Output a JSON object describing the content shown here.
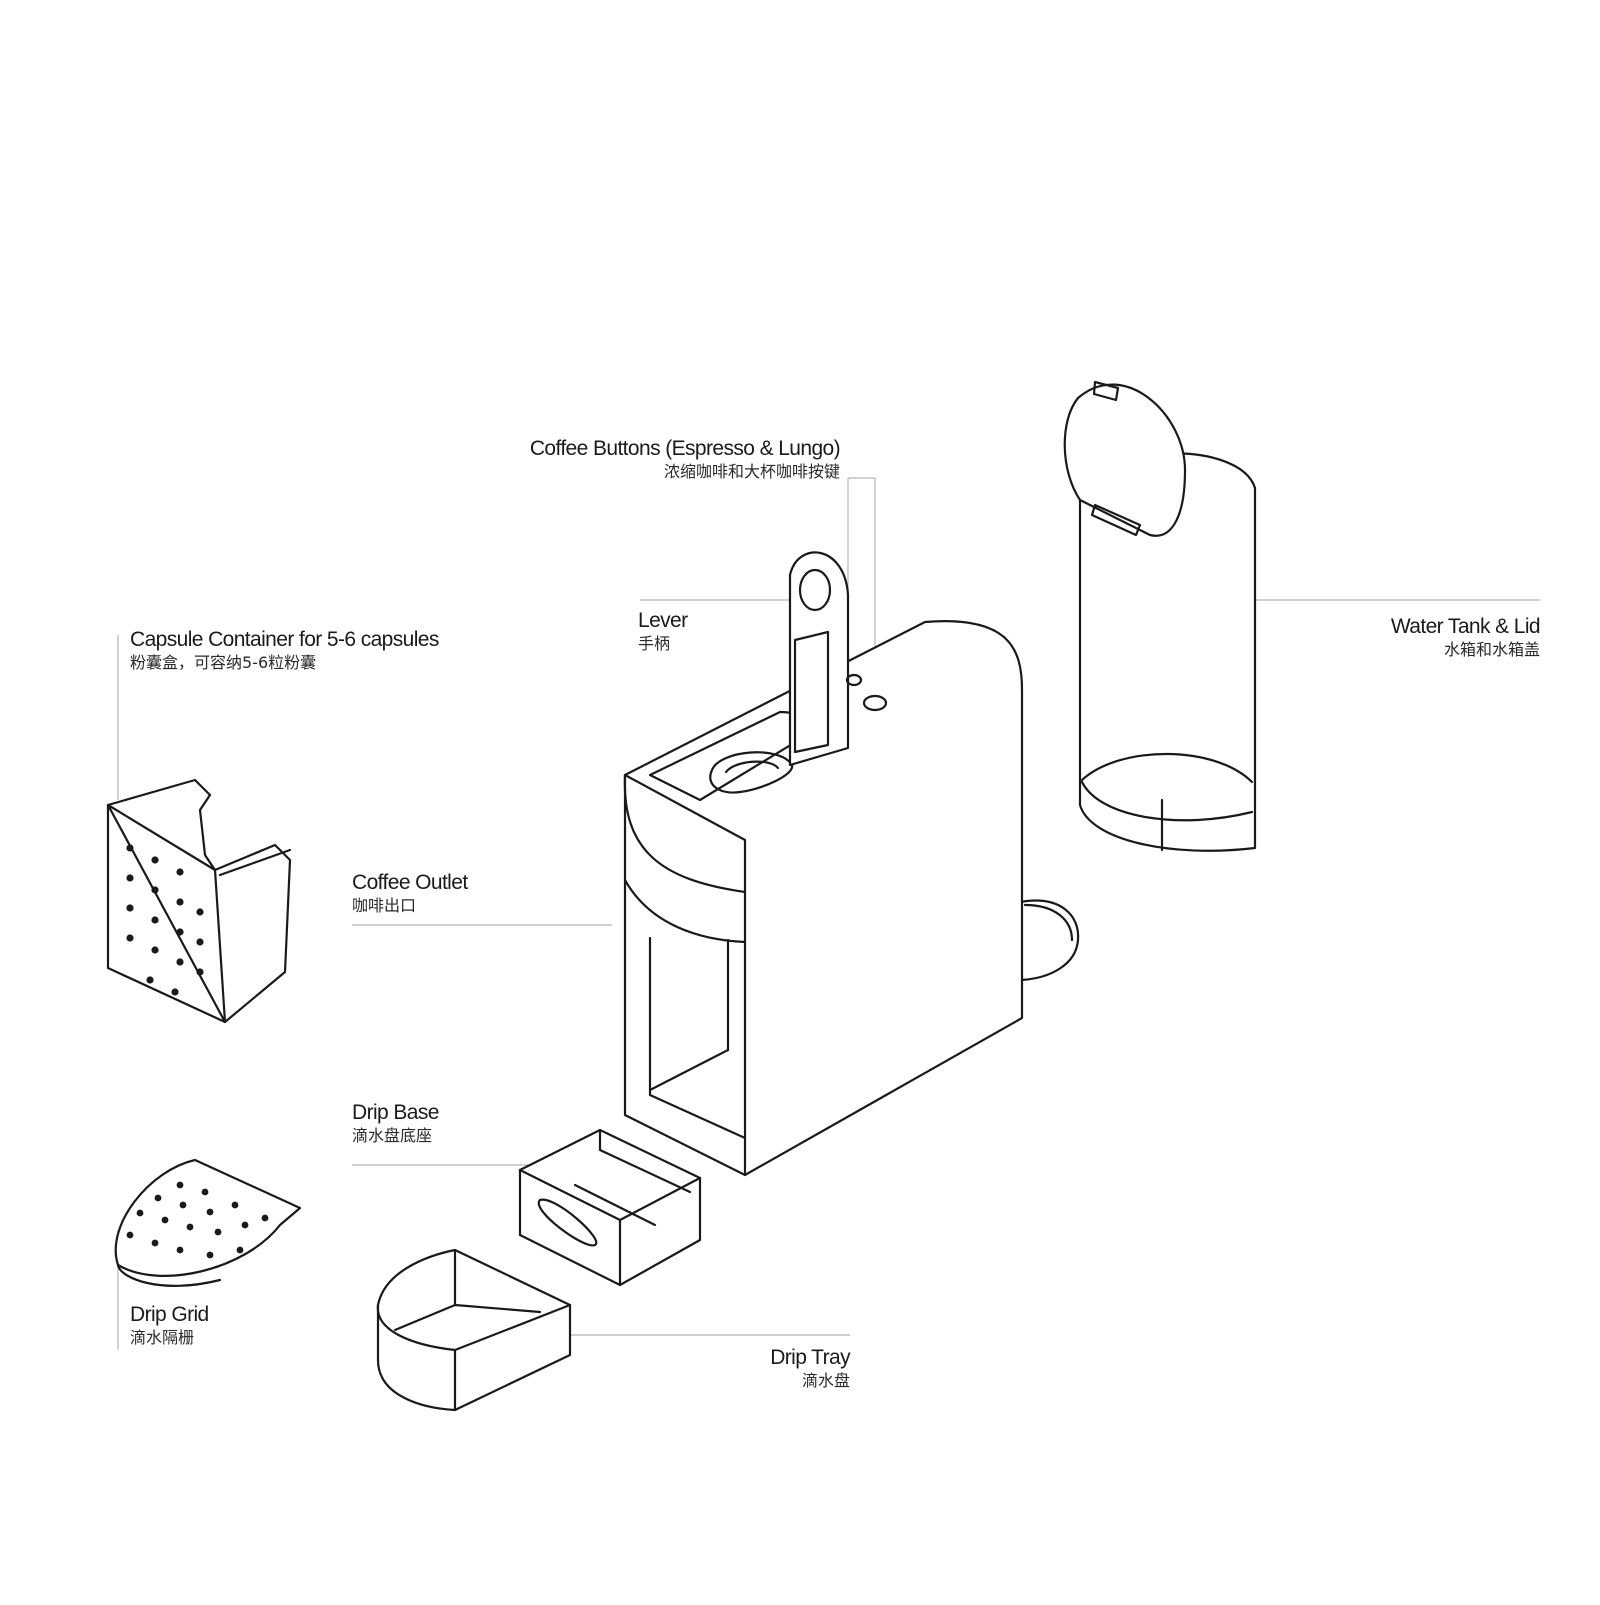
{
  "labels": {
    "coffee_buttons": {
      "en": "Coffee Buttons (Espresso & Lungo)",
      "zh": "浓缩咖啡和大杯咖啡按键"
    },
    "lever": {
      "en": "Lever",
      "zh": "手柄"
    },
    "water_tank": {
      "en": "Water Tank & Lid",
      "zh": "水箱和水箱盖"
    },
    "capsule_container": {
      "en": "Capsule Container for 5-6 capsules",
      "zh": "粉囊盒，可容纳5-6粒粉囊"
    },
    "coffee_outlet": {
      "en": "Coffee Outlet",
      "zh": "咖啡出口"
    },
    "drip_base": {
      "en": "Drip Base",
      "zh": "滴水盘底座"
    },
    "drip_grid": {
      "en": "Drip Grid",
      "zh": "滴水隔栅"
    },
    "drip_tray": {
      "en": "Drip Tray",
      "zh": "滴水盘"
    }
  }
}
